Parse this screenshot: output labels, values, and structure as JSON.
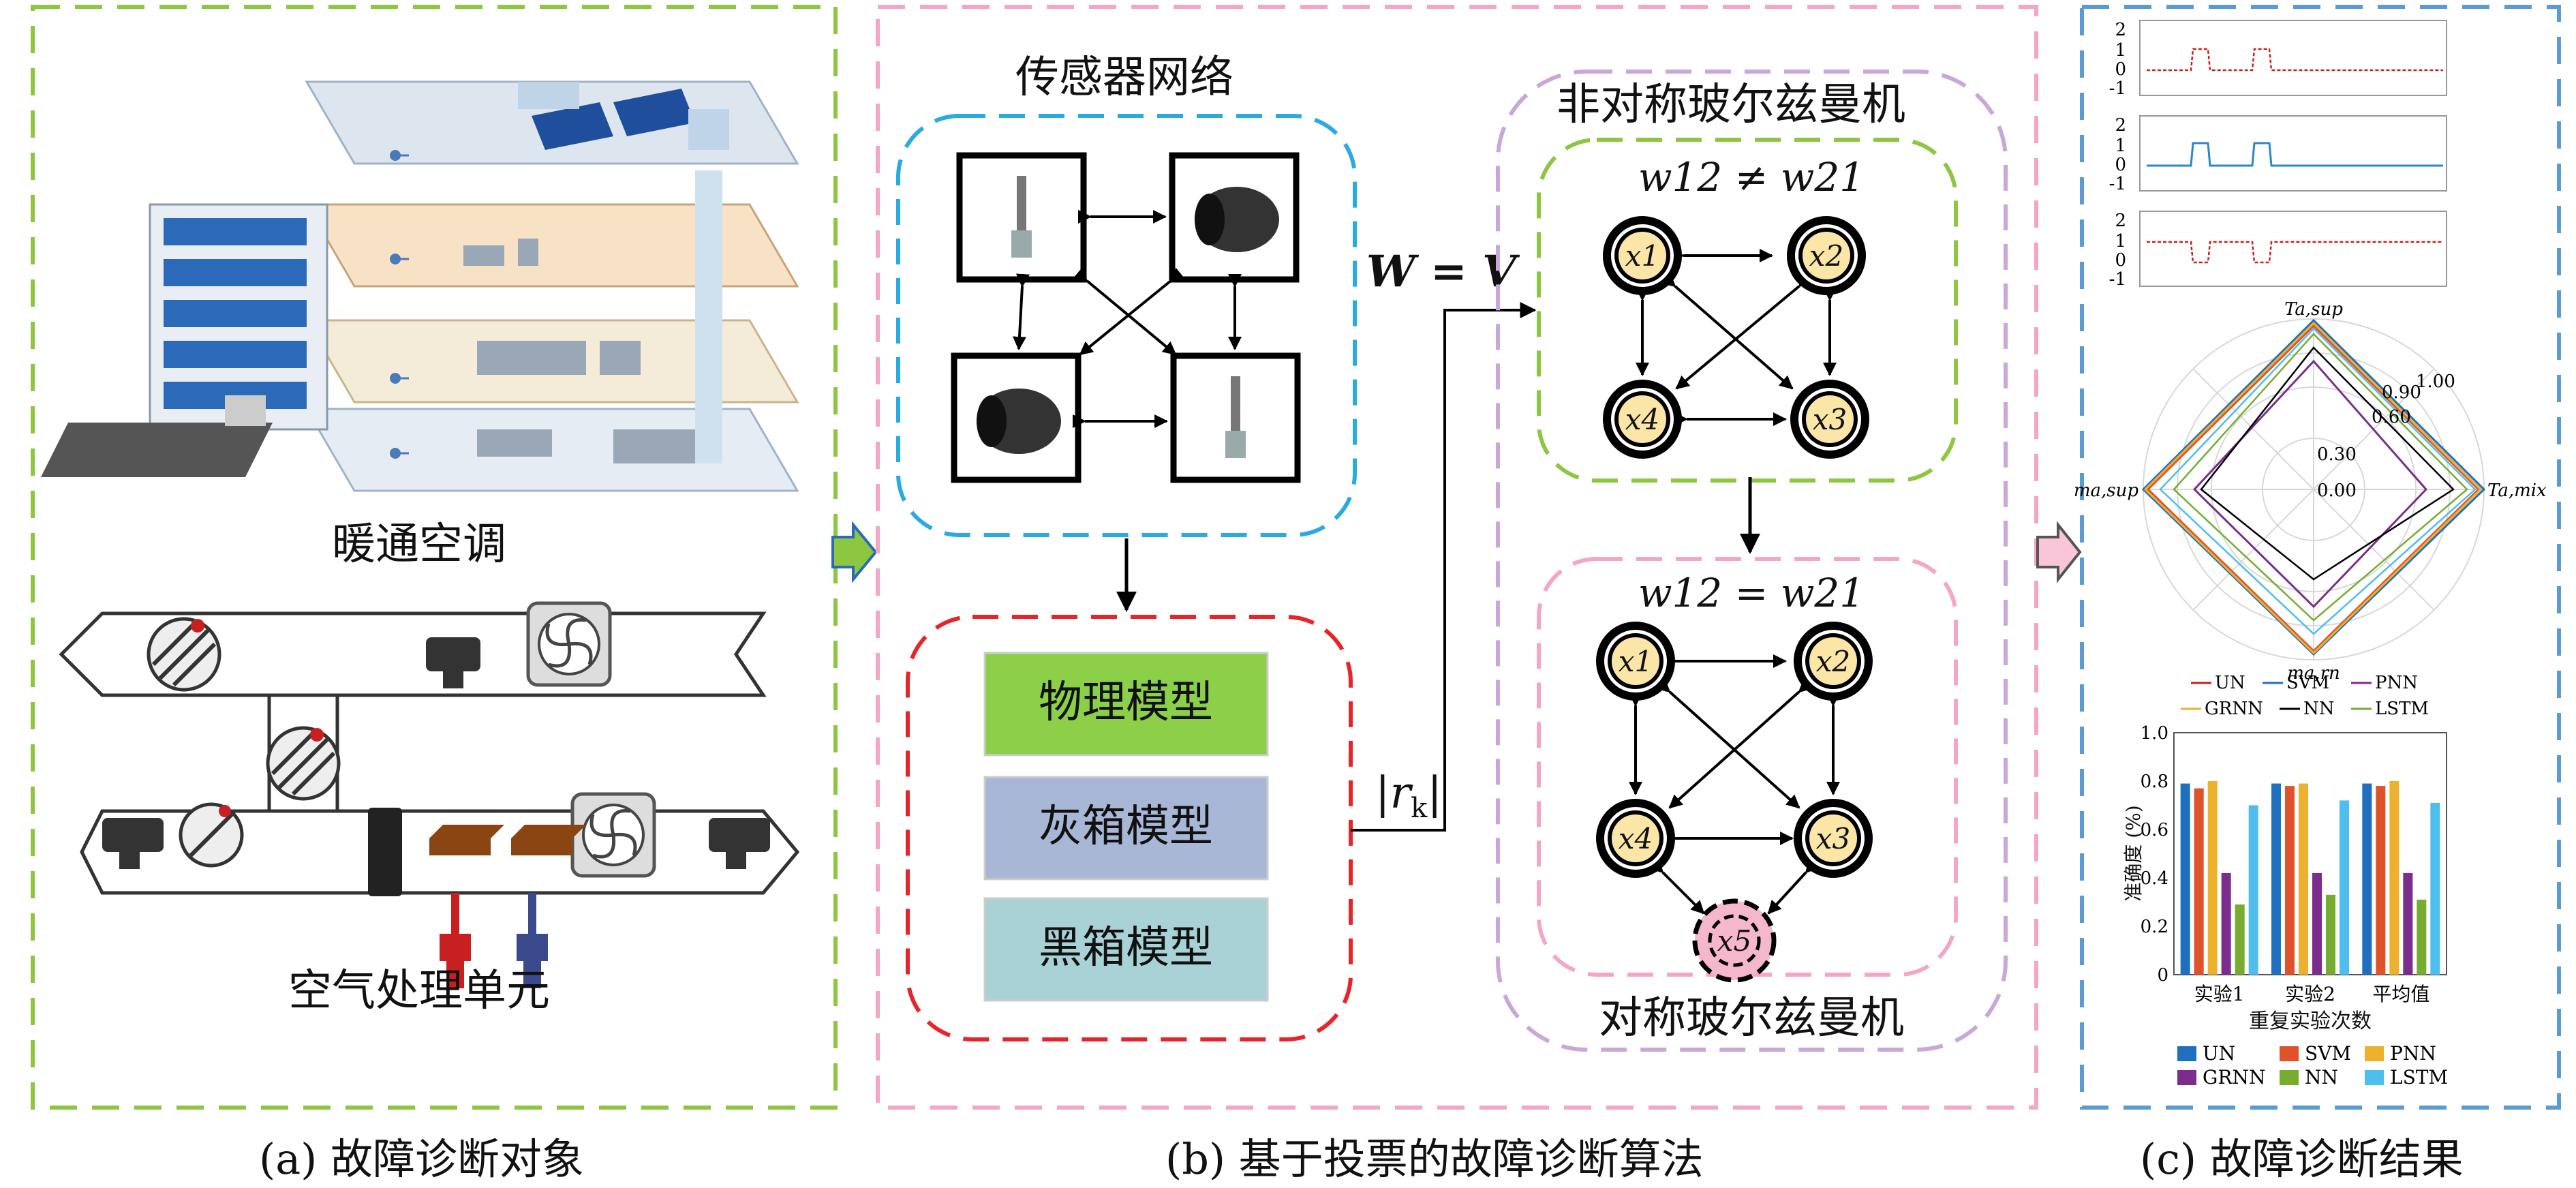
{
  "colors": {
    "panel_a": "#8dc63f",
    "panel_b": "#f4a6c6",
    "panel_c": "#5b9bd5",
    "sensor_box": "#29abe2",
    "model_box": "#e8242b",
    "boltzmann_outer": "#c9a7d8",
    "asym_inner": "#8dc63f",
    "sym_inner": "#f4a6c6",
    "physical": "#8cd04a",
    "greybox": "#a9b7d6",
    "blackbox": "#a8d2d6",
    "node_fill": "#fbe6a8",
    "hidden_node": "#f5b7cc",
    "UN": "#1f6fbf",
    "SVM": "#e0522a",
    "PNN": "#edb12e",
    "GRNN": "#7b2d8e",
    "NN": "#77ac30",
    "LSTM": "#4dbeee"
  },
  "panel_a": {
    "hvac_label": "暖通空调",
    "ahu_label": "空气处理单元",
    "caption": "(a) 故障诊断对象"
  },
  "panel_b": {
    "sensor_title": "传感器网络",
    "models": [
      "物理模型",
      "灰箱模型",
      "黑箱模型"
    ],
    "residual_label": "|r",
    "residual_sub": "k",
    "wv_label": "W = V",
    "asym_title": "非对称玻尔兹曼机",
    "asym_cond": "w12 ≠ w21",
    "sym_cond": "w12 = w21",
    "sym_title": "对称玻尔兹曼机",
    "node_labels": [
      "x1",
      "x2",
      "x3",
      "x4",
      "x5"
    ],
    "caption": "(b) 基于投票的故障诊断算法"
  },
  "panel_c": {
    "caption": "(c) 故障诊断结果",
    "signal_ticks": [
      "2",
      "1",
      "0",
      "-1"
    ],
    "radar": {
      "axes": [
        "Ta,sup",
        "Ta,mix",
        "ma,rn",
        "ma,sup"
      ],
      "ring_labels": [
        "1.00",
        "0.90",
        "0.60",
        "0.30",
        "0.00"
      ],
      "legend_row1": [
        "UN",
        "SVM",
        "PNN"
      ],
      "legend_row2": [
        "GRNN",
        "NN",
        "LSTM"
      ]
    },
    "bar_legend_row1": [
      "UN",
      "SVM",
      "PNN"
    ],
    "bar_legend_row2": [
      "GRNN",
      "NN",
      "LSTM"
    ]
  },
  "chart_data": {
    "type": "bar",
    "categories": [
      "实验1",
      "实验2",
      "平均值"
    ],
    "series": [
      {
        "name": "UN",
        "values": [
          0.79,
          0.79,
          0.79
        ]
      },
      {
        "name": "SVM",
        "values": [
          0.77,
          0.78,
          0.78
        ]
      },
      {
        "name": "PNN",
        "values": [
          0.8,
          0.79,
          0.8
        ]
      },
      {
        "name": "GRNN",
        "values": [
          0.42,
          0.42,
          0.42
        ]
      },
      {
        "name": "NN",
        "values": [
          0.29,
          0.33,
          0.31
        ]
      },
      {
        "name": "LSTM",
        "values": [
          0.7,
          0.72,
          0.71
        ]
      }
    ],
    "yticks": [
      "0",
      "0.2",
      "0.4",
      "0.6",
      "0.8",
      "1.0"
    ],
    "xlabel": "重复实验次数",
    "ylabel": "准确度 (%)",
    "ylim": [
      0,
      1.0
    ]
  }
}
